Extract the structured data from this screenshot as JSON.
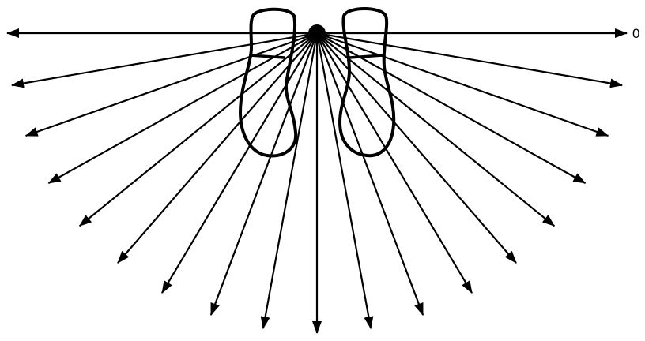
{
  "diagram": {
    "label_zero": "0",
    "ray_count": 19,
    "sweep_degrees": 180,
    "stroke_color": "#000000",
    "background_color": "#ffffff",
    "elements": {
      "origin": "origin-dot",
      "left_footprint": "left-footprint-outline",
      "right_footprint": "right-footprint-outline"
    }
  }
}
